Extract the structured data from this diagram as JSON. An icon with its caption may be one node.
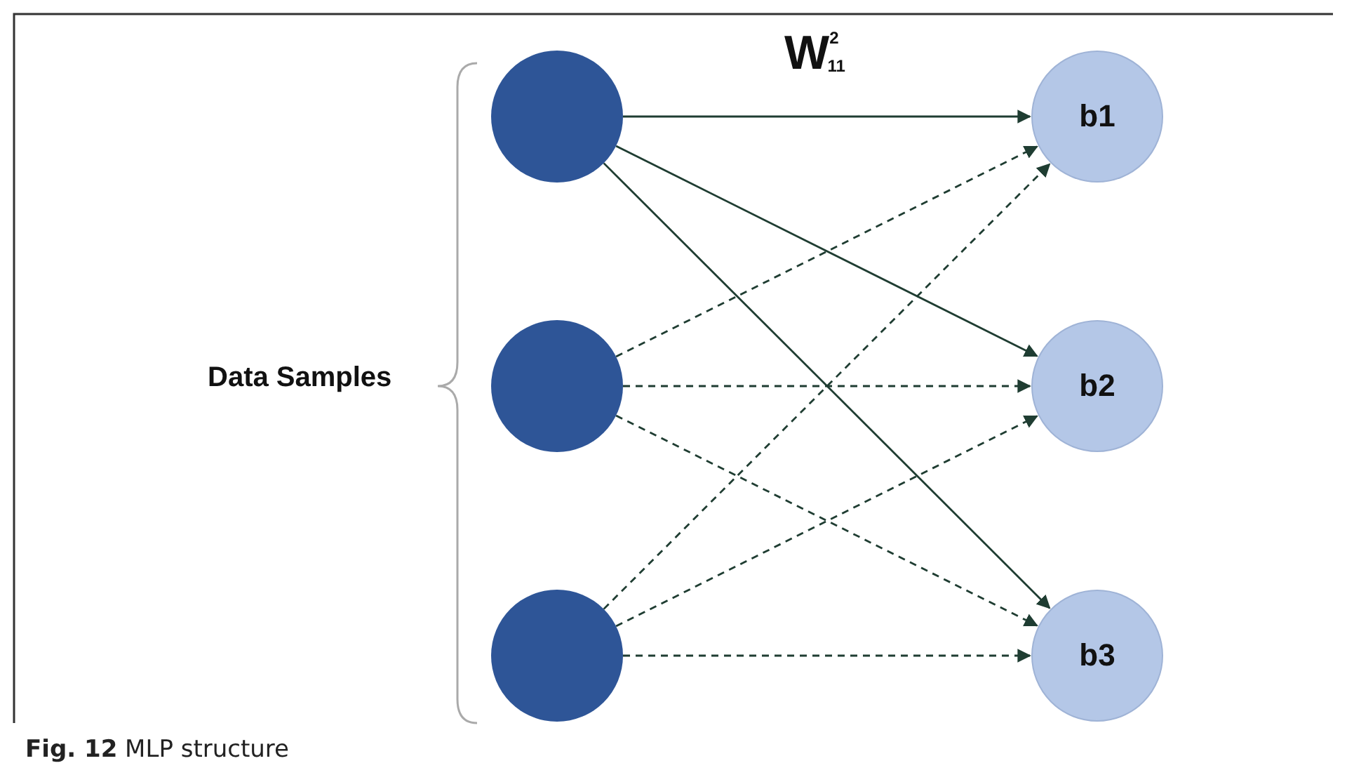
{
  "diagram": {
    "caption": "**Fig. 12** MLP structure",
    "nodes": [
      {
        "text": [],
        "shape": "circle"
      },
      {
        "text": [],
        "shape": "circle"
      },
      {
        "text": [],
        "shape": "circle"
      },
      {
        "text": [
          "b1"
        ]
      },
      {
        "text": [
          "b2"
        ]
      },
      {
        "text": [
          "b3"
        ]
      }
    ],
    "edges": [
      {
        "from": 0,
        "to": 3,
        "arrow": "to",
        "label": "W$^{2}$$_{11}$"
      },
      {
        "from": 0,
        "to": 4,
        "arrow": "to"
      },
      {
        "from": 0,
        "to": 5,
        "arrow": "to"
      },
      {
        "from": 1,
        "to": 3,
        "arrow": "to",
        "style": "dashed"
      },
      {
        "from": 1,
        "to": 4,
        "arrow": "to",
        "style": "dashed"
      },
      {
        "from": 1,
        "to": 5,
        "arrow": "to",
        "style": "dashed"
      },
      {
        "from": 2,
        "to": 3,
        "arrow": "to",
        "style": "dashed"
      },
      {
        "from": 2,
        "to": 4,
        "arrow": "to",
        "style": "dashed"
      },
      {
        "from": 2,
        "to": 5,
        "arrow": "to",
        "style": "dashed"
      }
    ],
    "labels": [
      "Data Samples"
    ]
  }
}
